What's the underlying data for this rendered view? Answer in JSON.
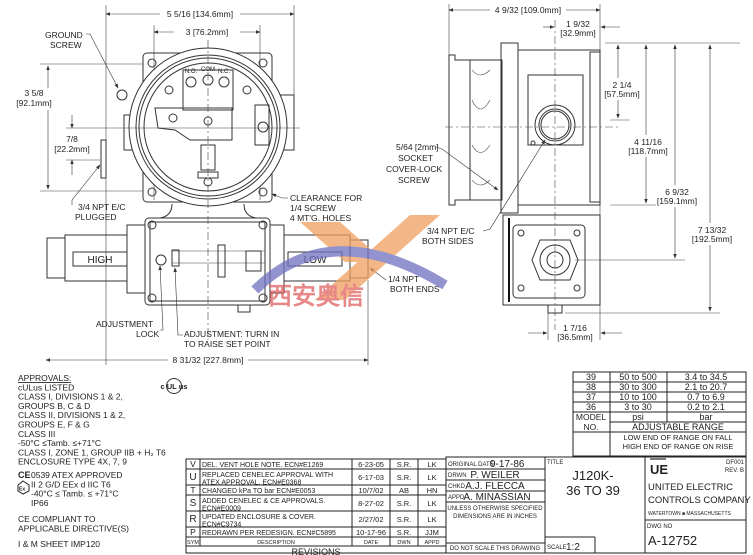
{
  "front_view": {
    "dim_overall_width": "5 5/16 [134.6mm]",
    "dim_mount_width": "3 [76.2mm]",
    "ground_screw": [
      "GROUND",
      "SCREW"
    ],
    "dim_height": [
      "3 5/8",
      "[92.1mm]"
    ],
    "dim_offset": [
      "7/8",
      "[22.2mm]"
    ],
    "terminals": [
      "N.O.",
      "COM",
      "N.C."
    ],
    "npt_plugged": [
      "3/4 NPT E/C",
      "PLUGGED"
    ],
    "clearance": [
      "CLEARANCE FOR",
      "1/4 SCREW",
      "4 MT'G. HOLES"
    ],
    "high_label": "HIGH",
    "low_label": "LOW",
    "npt_both_ends": [
      "1/4 NPT",
      "BOTH ENDS"
    ],
    "adjustment_lock": [
      "ADJUSTMENT",
      "LOCK"
    ],
    "adjustment_turn": [
      "ADJUSTMENT: TURN IN",
      "TO RAISE SET POINT"
    ],
    "dim_overall_length": "8 31/32 [227.8mm]"
  },
  "side_view": {
    "dim_depth": "4 9/32 [109.0mm]",
    "dim_port_offset": [
      "1 9/32",
      "[32.9mm]"
    ],
    "dim_a": [
      "2 1/4",
      "[57.5mm]"
    ],
    "dim_b": [
      "4 11/16",
      "[118.7mm]"
    ],
    "dim_c": [
      "6 9/32",
      "[159.1mm]"
    ],
    "dim_d": [
      "7 13/32",
      "[192.5mm]"
    ],
    "dim_bottom": [
      "1 7/16",
      "[36.5mm]"
    ],
    "socket_screw": [
      "5/64 [2mm]",
      "SOCKET",
      "COVER-LOCK",
      "SCREW"
    ],
    "npt_both_sides": [
      "3/4 NPT E/C",
      "BOTH SIDES"
    ]
  },
  "approvals": {
    "lines": [
      "APPROVALS:",
      "cULus LISTED",
      "CLASS I, DIVISIONS 1 & 2,",
      " GROUPS B, C & D",
      "CLASS II, DIVISIONS 1 & 2,",
      " GROUPS E, F & G",
      "CLASS III",
      "-50°C ≤Tamb. ≤+71°C",
      "CLASS I, ZONE 1, GROUP IIB + H₂ T6",
      "ENCLOSURE TYPE 4X, 7, 9"
    ],
    "atex_lines": [
      "0539 ATEX APPROVED",
      "II 2 G/D EEx d IIC T6",
      " -40°C ≤ Tamb. ≤ +71°C",
      " IP66"
    ],
    "ce_lines": [
      "CE COMPLIANT TO",
      "APPLICABLE DIRECTIVE(S)"
    ],
    "im_sheet": "I & M SHEET IMP120",
    "ul_mark": "c UL us",
    "ce_mark": "CE",
    "ex_mark": "Ex"
  },
  "revisions": {
    "title": "REVISIONS",
    "headers": [
      "SYM",
      "DESCRIPTION",
      "DATE",
      "DWN",
      "APPD"
    ],
    "rows": [
      {
        "sym": "V",
        "desc": [
          "DEL. VENT HOLE NOTE. ECN#E1269"
        ],
        "date": "6-23-05",
        "dwn": "S.R.",
        "appd": "LK"
      },
      {
        "sym": "U",
        "desc": [
          "REPLACED CENELEC APPROVAL WITH",
          "ATEX APPROVAL.  ECN#E0368"
        ],
        "date": "6-17-03",
        "dwn": "S.R.",
        "appd": "LK"
      },
      {
        "sym": "T",
        "desc": [
          "CHANGED kPa TO bar   ECN#E0053"
        ],
        "date": "10/7/02",
        "dwn": "AB",
        "appd": "HN"
      },
      {
        "sym": "S",
        "desc": [
          "ADDED CENELEC & CE APPROVALS.",
          "ECN#E0009"
        ],
        "date": "8-27-02",
        "dwn": "S.R.",
        "appd": "LK"
      },
      {
        "sym": "R",
        "desc": [
          "UPDATED ENCLOSURE & COVER.",
          "ECN#C9734"
        ],
        "date": "2/27/02",
        "dwn": "S.R.",
        "appd": "LK"
      },
      {
        "sym": "P",
        "desc": [
          "REDRAWN PER REDESIGN.  ECN#C5895"
        ],
        "date": "10-17-96",
        "dwn": "S.R.",
        "appd": "JJM"
      }
    ]
  },
  "model_table": {
    "rows": [
      {
        "model": "39",
        "psi": "50 to 500",
        "bar": "3.4 to 34.5"
      },
      {
        "model": "38",
        "psi": "30 to 300",
        "bar": "2.1 to 20.7"
      },
      {
        "model": "37",
        "psi": "10 to 100",
        "bar": "0.7 to 6.9"
      },
      {
        "model": "36",
        "psi": "3 to 30",
        "bar": "0.2 to 2.1"
      }
    ],
    "model_label": "MODEL",
    "no_label": "NO.",
    "psi_header": "psi",
    "bar_header": "bar",
    "range_header": "ADJUSTABLE RANGE",
    "note_low": "LOW END OF RANGE ON FALL",
    "note_high": "HIGH END OF RANGE ON RISE"
  },
  "title_block": {
    "original_date_label": "ORIGINAL DATE",
    "original_date": "9-17-86",
    "drwn_label": "DRWN",
    "drwn": "P. WEILER",
    "chkd_label": "CHKD",
    "chkd": "A.J. FLECCA",
    "appd_label": "APPD",
    "appd": "A. MINASSIAN",
    "unless": [
      "UNLESS OTHERWISE SPECIFIED",
      "DIMENSIONS ARE IN INCHES"
    ],
    "do_not_scale": "DO NOT SCALE THIS DRAWING",
    "title_label": "TITLE",
    "title": [
      "J120K-",
      "36 TO 39"
    ],
    "scale_label": "SCALE",
    "scale": "1:2",
    "logo": "UE",
    "form_no": "DF001",
    "rev": "REV. B",
    "company": [
      "UNITED ELECTRIC",
      "CONTROLS COMPANY"
    ],
    "location": "WATERTOWN ■ MASSACHUSETTS",
    "dwg_no_label": "DWG NO",
    "dwg_no": "A-12752"
  },
  "watermark": {
    "text": "西安奥信",
    "colors": {
      "orange": "#f0a060",
      "purple": "#7070c0",
      "red": "#e06060"
    }
  }
}
